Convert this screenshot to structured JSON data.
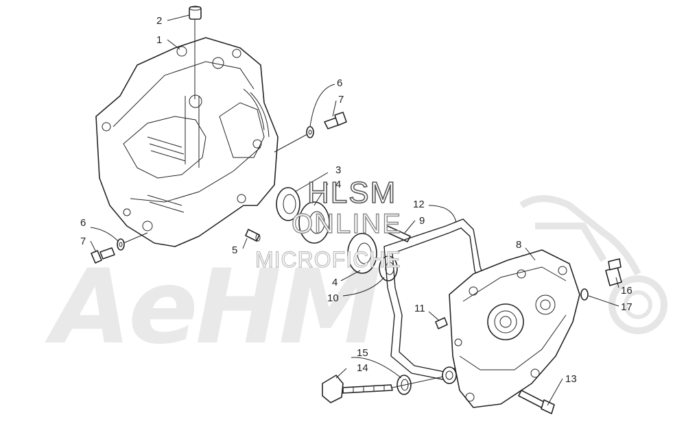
{
  "watermarks": {
    "brand": "AeHM",
    "line1": "HLSM",
    "line2": "ONLINE",
    "line3": "MICROFICHE"
  },
  "callouts": [
    {
      "id": "c1",
      "label": "1"
    },
    {
      "id": "c2",
      "label": "2"
    },
    {
      "id": "c3",
      "label": "3"
    },
    {
      "id": "c4a",
      "label": "4"
    },
    {
      "id": "c4b",
      "label": "4"
    },
    {
      "id": "c5",
      "label": "5"
    },
    {
      "id": "c6a",
      "label": "6"
    },
    {
      "id": "c6b",
      "label": "6"
    },
    {
      "id": "c7a",
      "label": "7"
    },
    {
      "id": "c7b",
      "label": "7"
    },
    {
      "id": "c8",
      "label": "8"
    },
    {
      "id": "c9",
      "label": "9"
    },
    {
      "id": "c10",
      "label": "10"
    },
    {
      "id": "c11",
      "label": "11"
    },
    {
      "id": "c12",
      "label": "12"
    },
    {
      "id": "c13",
      "label": "13"
    },
    {
      "id": "c14",
      "label": "14"
    },
    {
      "id": "c15",
      "label": "15"
    },
    {
      "id": "c16",
      "label": "16"
    },
    {
      "id": "c17",
      "label": "17"
    }
  ]
}
